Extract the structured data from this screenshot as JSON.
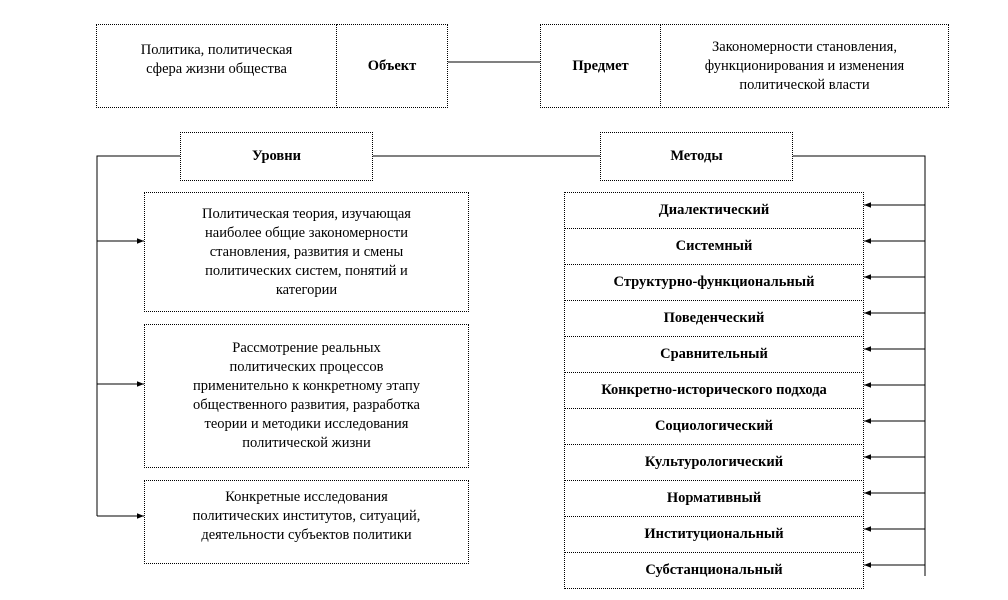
{
  "object": {
    "description": "Политика, политическая\nсфера жизни общества",
    "label": "Объект"
  },
  "subject": {
    "label": "Предмет",
    "description": "Закономерности становления,\nфункционирования и изменения\nполитической власти"
  },
  "levels": {
    "title": "Уровни",
    "items": [
      "Политическая теория, изучающая\nнаиболее общие закономерности\nстановления, развития и смены\nполитических систем, понятий и\nкатегории",
      "Рассмотрение реальных\nполитических процессов\nприменительно к конкретному этапу\nобщественного развития, разработка\nтеории и методики исследования\nполитической жизни",
      "Конкретные исследования\nполитических институтов, ситуаций,\nдеятельности субъектов политики"
    ]
  },
  "methods": {
    "title": "Методы",
    "items": [
      "Диалектический",
      "Системный",
      "Структурно-функциональный",
      "Поведенческий",
      "Сравнительный",
      "Конкретно-исторического подхода",
      "Социологический",
      "Культурологический",
      "Нормативный",
      "Институциональный",
      "Субстанциональный"
    ]
  }
}
